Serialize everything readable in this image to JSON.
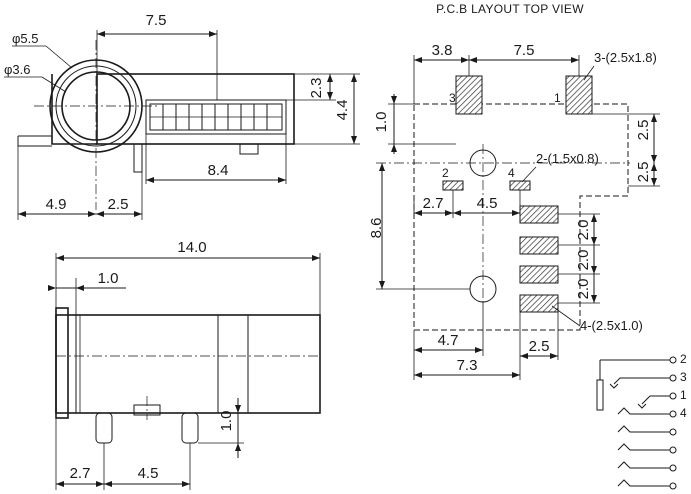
{
  "title": "P.C.B LAYOUT  TOP VIEW",
  "side_view": {
    "dia_outer": "φ5.5",
    "dia_inner": "φ3.6",
    "w_7_5": "7.5",
    "h_2_3": "2.3",
    "h_4_4": "4.4",
    "w_8_4": "8.4",
    "w_4_9": "4.9",
    "w_2_5": "2.5"
  },
  "front_view": {
    "w_14_0": "14.0",
    "w_1_0": "1.0",
    "h_1_0": "1.0",
    "w_2_7": "2.7",
    "w_4_5": "4.5"
  },
  "pcb": {
    "w_3_8": "3.8",
    "w_7_5": "7.5",
    "pad_big": "3-(2.5x1.8)",
    "pad_mid": "2-(1.5x0.8)",
    "pad_small": "4-(2.5x1.0)",
    "h_1_0": "1.0",
    "h_2_5a": "2.5",
    "h_2_5b": "2.5",
    "h_8_6": "8.6",
    "w_2_7": "2.7",
    "w_4_5": "4.5",
    "h_2_0a": "2.0",
    "h_2_0b": "2.0",
    "h_2_0c": "2.0",
    "w_4_7": "4.7",
    "w_7_3": "7.3",
    "w_2_5": "2.5",
    "pad_num_3": "3",
    "pad_num_1": "1",
    "pad_num_2": "2",
    "pad_num_4": "4"
  },
  "schematic": {
    "pins": [
      "2",
      "3",
      "1",
      "4"
    ]
  }
}
